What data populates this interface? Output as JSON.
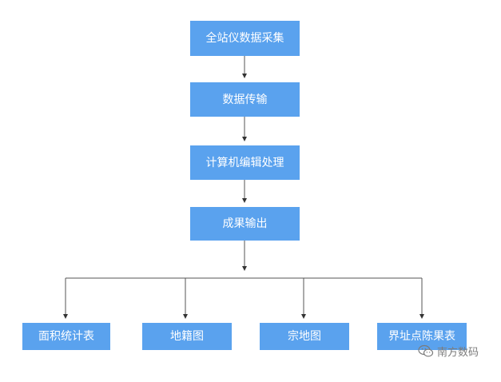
{
  "nodes": {
    "collect": "全站仪数据采集",
    "transfer": "数据传输",
    "process": "计算机编辑处理",
    "output": "成果输出"
  },
  "outputs": [
    "面积统计表",
    "地籍图",
    "宗地图",
    "界址点陈果表"
  ],
  "watermark": {
    "text": "南方数码",
    "icon": "wechat-icon"
  },
  "colors": {
    "box": "#5aa2ee",
    "box_text": "#ffffff",
    "line": "#555555"
  }
}
